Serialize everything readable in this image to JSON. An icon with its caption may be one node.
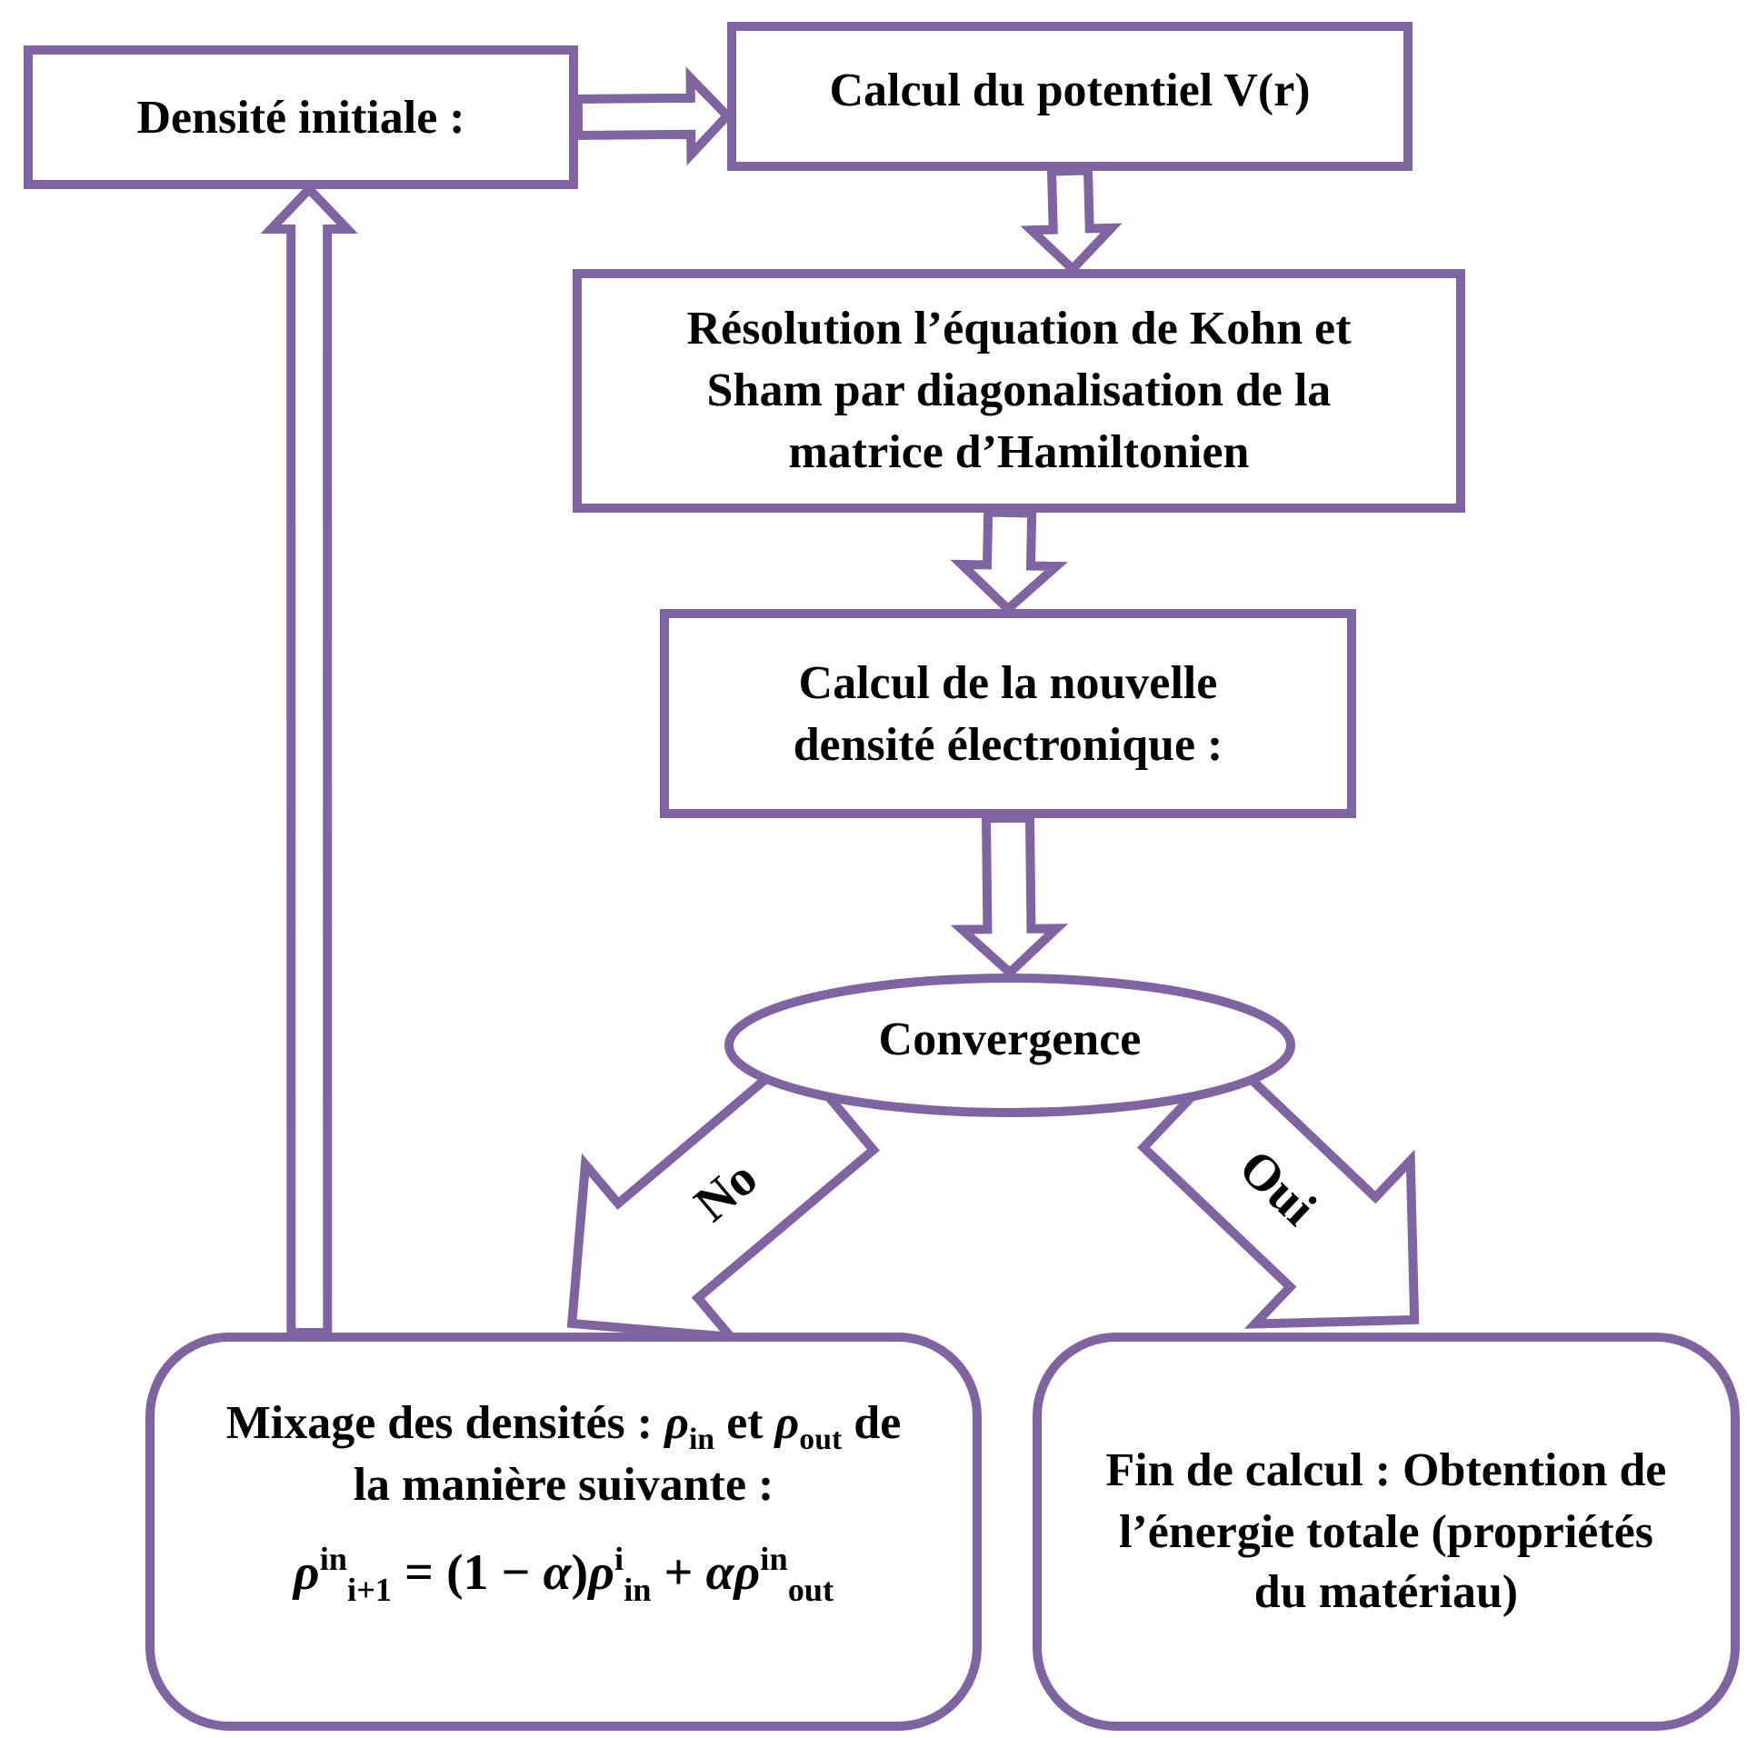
{
  "diagram": {
    "nodes": [
      {
        "text": [
          "Densité initiale :"
        ]
      },
      {
        "text": [
          "Calcul du potentiel V(r)"
        ]
      },
      {
        "text": [
          "Résolution l’équation de Kohn et Sham par diagonalisation de la matrice d’Hamiltonien"
        ]
      },
      {
        "text": [
          "Calcul de la nouvelle densité électronique :"
        ]
      },
      {
        "text": [
          "Convergence"
        ]
      },
      {
        "text": [
          "Mixage des densités : *ρ*$_{in}$ et *ρ*$_{out}$ de la manière suivante :",
          "*ρ*$^{in}$$_{i+1}$ = (1 − *α*)*ρ*$^{i}$$_{in}$ + *αρ*$^{in}$$_{out}$"
        ]
      },
      {
        "text": [
          "Fin de calcul : Obtention de l’énergie totale (propriétés du matériau)"
        ]
      }
    ],
    "edges": [
      {
        "from": 0,
        "to": 1,
        "arrow": "to"
      },
      {
        "from": 1,
        "to": 2,
        "arrow": "to"
      },
      {
        "from": 2,
        "to": 3,
        "arrow": "to"
      },
      {
        "from": 3,
        "to": 4,
        "arrow": "to"
      },
      {
        "from": 4,
        "to": 5,
        "arrow": "to",
        "label": "No"
      },
      {
        "from": 4,
        "to": 6,
        "arrow": "to",
        "label": "Oui"
      },
      {
        "from": 5,
        "to": 0,
        "arrow": "to"
      }
    ]
  }
}
